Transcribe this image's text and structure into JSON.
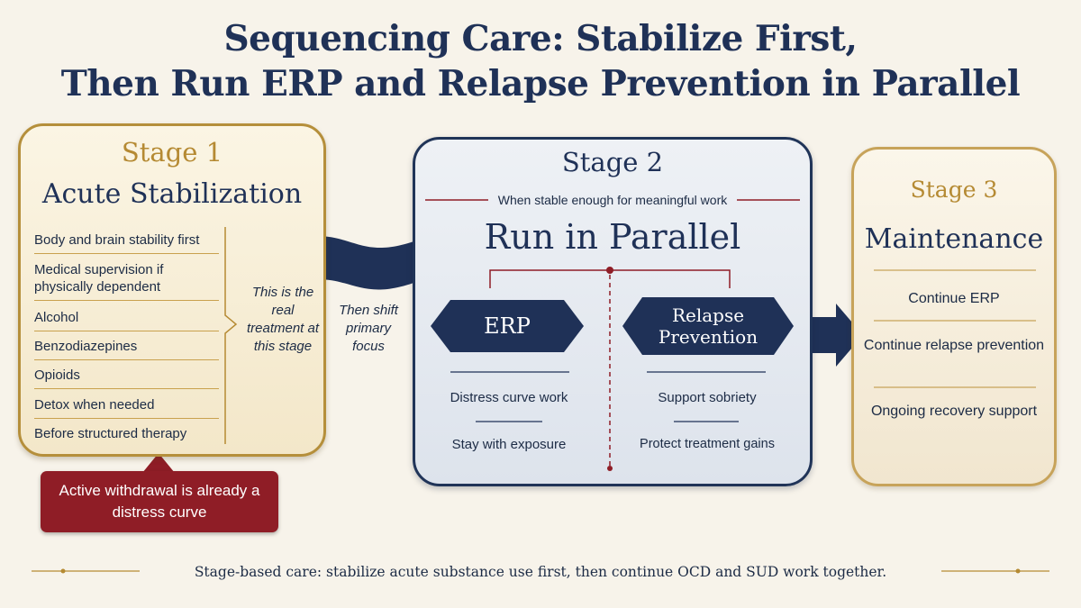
{
  "title": {
    "line1": "Sequencing Care: Stabilize First,",
    "line2": "Then Run ERP and Relapse Prevention in Parallel"
  },
  "stage1": {
    "label": "Stage 1",
    "heading": "Acute Stabilization",
    "items": [
      "Body and brain stability first",
      "Medical supervision if physically dependent",
      "Alcohol",
      "Benzodiazepines",
      "Opioids",
      "Detox when needed",
      "Before structured therapy"
    ],
    "side_note": "This is the real treatment at this stage",
    "callout": "Active withdrawal is already a distress curve"
  },
  "transition_note": "Then shift primary focus",
  "stage2": {
    "label": "Stage 2",
    "subtitle": "When stable enough for meaningful work",
    "heading": "Run in Parallel",
    "left_track": {
      "label": "ERP",
      "items": [
        "Distress curve work",
        "Stay with exposure"
      ]
    },
    "right_track": {
      "label_line1": "Relapse",
      "label_line2": "Prevention",
      "items": [
        "Support sobriety",
        "Protect treatment gains"
      ]
    }
  },
  "stage3": {
    "label": "Stage 3",
    "heading": "Maintenance",
    "items": [
      "Continue ERP",
      "Continue relapse prevention",
      "Ongoing recovery support"
    ]
  },
  "footer": "Stage-based care: stabilize acute substance use first, then continue OCD and SUD work together.",
  "colors": {
    "navy": "#1f3157",
    "gold": "#b58a33",
    "crimson": "#8f1d26",
    "cream": "#f7f3ea"
  }
}
